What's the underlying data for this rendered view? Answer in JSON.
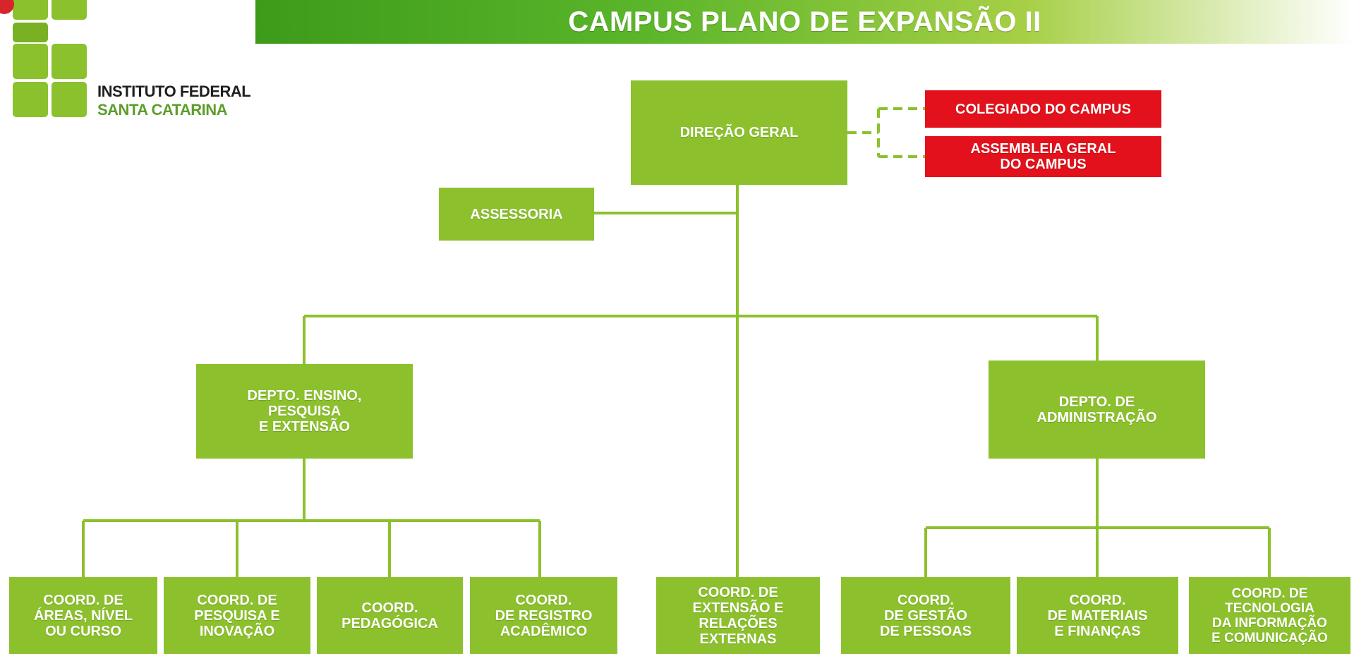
{
  "title": "CAMPUS PLANO DE EXPANSÃO II",
  "logo": {
    "line1": "INSTITUTO FEDERAL",
    "line2": "SANTA CATARINA"
  },
  "colors": {
    "box_green": "#8cc12d",
    "box_red": "#e2111b",
    "connector": "#8cc12d",
    "logo_dot": "#d8252b"
  },
  "nodes": {
    "direcao_geral": "DIREÇÃO GERAL",
    "colegiado": "COLEGIADO DO CAMPUS",
    "assembleia": "ASSEMBLEIA GERAL\nDO CAMPUS",
    "assessoria": "ASSESSORIA",
    "depto_ensino": "DEPTO. ENSINO,\nPESQUISA\nE EXTENSÃO",
    "depto_admin": "DEPTO. DE\nADMINISTRAÇÃO",
    "coord_areas": "COORD. DE\nÁREAS, NÍVEL\nOU CURSO",
    "coord_pesquisa": "COORD. DE\nPESQUISA E\nINOVAÇÃO",
    "coord_pedagogica": "COORD.\nPEDAGÓGICA",
    "coord_registro": "COORD.\nDE REGISTRO\nACADÊMICO",
    "coord_extensao": "COORD. DE\nEXTENSÃO E\nRELAÇÕES\nEXTERNAS",
    "coord_gestao": "COORD.\nDE GESTÃO\nDE PESSOAS",
    "coord_materiais": "COORD.\nDE MATERIAIS\nE FINANÇAS",
    "coord_ti": "COORD. DE\nTECNOLOGIA\nDA INFORMAÇÃO\nE COMUNICAÇÃO"
  }
}
